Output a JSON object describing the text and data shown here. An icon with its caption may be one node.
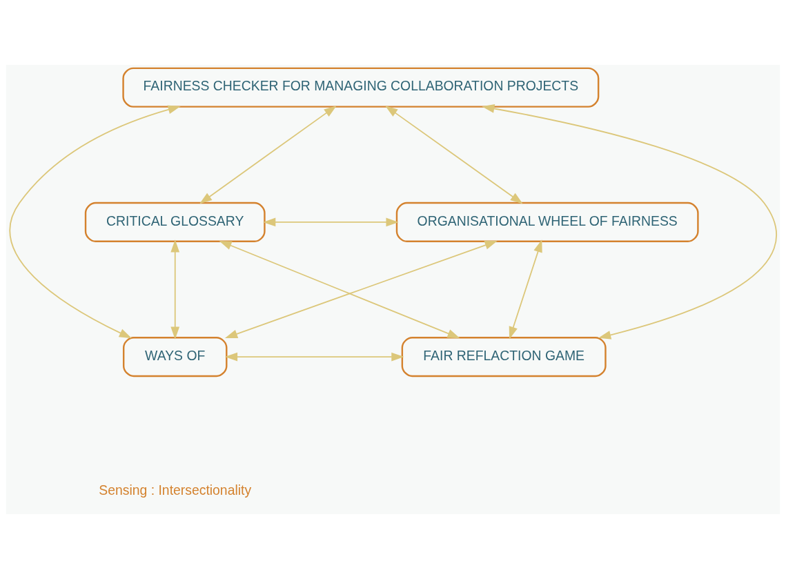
{
  "diagram": {
    "nodes": [
      {
        "text": [
          "FAIRNESS CHECKER FOR MANAGING COLLABORATION PROJECTS"
        ]
      },
      {
        "text": [
          "CRITICAL GLOSSARY"
        ]
      },
      {
        "text": [
          "ORGANISATIONAL WHEEL OF FAIRNESS"
        ]
      },
      {
        "text": [
          "WAYS OF"
        ]
      },
      {
        "text": [
          "FAIR REFLACTION GAME"
        ]
      }
    ],
    "edges": [
      {
        "from": 0,
        "to": 1,
        "arrow": "both"
      },
      {
        "from": 0,
        "to": 2,
        "arrow": "both"
      },
      {
        "from": 2,
        "to": 4,
        "arrow": "both"
      },
      {
        "from": 1,
        "to": 3,
        "arrow": "both"
      },
      {
        "from": 3,
        "to": 4,
        "arrow": "both"
      },
      {
        "from": 0,
        "to": 3,
        "arrow": "both"
      },
      {
        "from": 0,
        "to": 4,
        "arrow": "both"
      },
      {
        "from": 1,
        "to": 2,
        "arrow": "both"
      },
      {
        "from": 1,
        "to": 4,
        "arrow": "both"
      },
      {
        "from": 3,
        "to": 2,
        "arrow": "both"
      }
    ],
    "labels": [
      "Sensing : Intersectionality"
    ]
  }
}
